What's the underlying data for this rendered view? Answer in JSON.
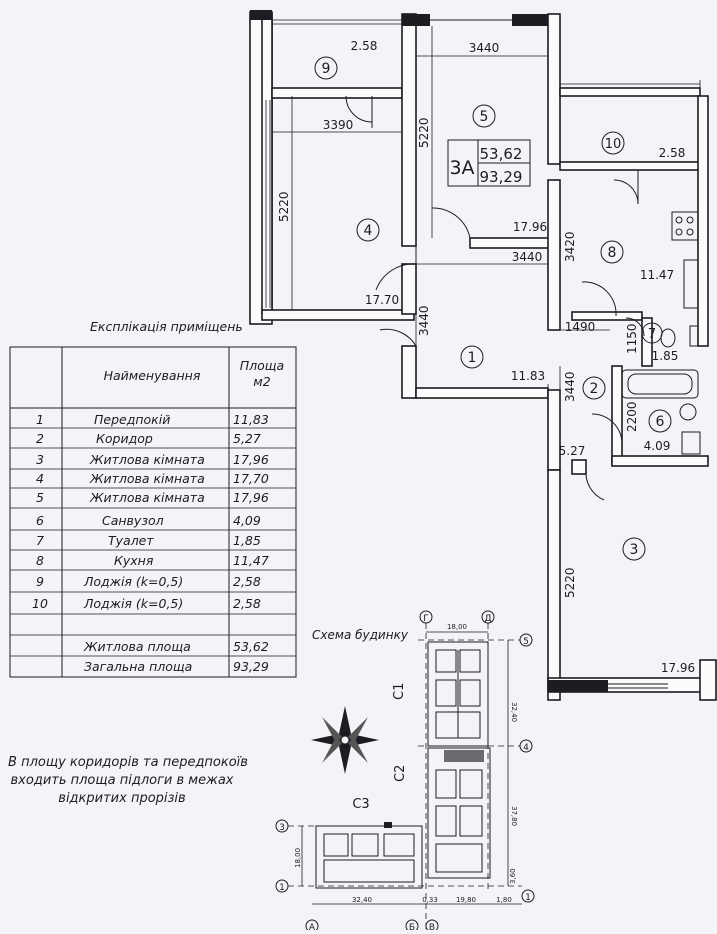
{
  "plan": {
    "apartment_type": "3А",
    "living_area": "53,62",
    "total_area": "93,29",
    "rooms": [
      {
        "num": "9",
        "area": "2.58"
      },
      {
        "num": "5"
      },
      {
        "num": "4"
      },
      {
        "num": "10",
        "area": "2.58"
      },
      {
        "num": "8",
        "area": "11.47"
      },
      {
        "num": "7",
        "area": "1.85"
      },
      {
        "num": "1",
        "area": "11.83"
      },
      {
        "num": "2",
        "area": "5.27"
      },
      {
        "num": "6",
        "area": "4.09"
      },
      {
        "num": "3",
        "area": "17.96"
      }
    ],
    "dimensions": {
      "d3440_top": "3440",
      "d3390": "3390",
      "d5220_room4": "5220",
      "d5220_room5": "5220",
      "a1796_room5": "17.96",
      "d3440_mid": "3440",
      "d3420": "3420",
      "a1770_room4": "17.70",
      "d3440_hall": "3440",
      "d1490": "1490",
      "d1150": "1150",
      "d3440_corr": "3440",
      "d2200": "2200",
      "d5220_room3": "5220"
    }
  },
  "explication": {
    "title": "Експлікація приміщень",
    "col_name": "Найменування",
    "col_area_1": "Площа",
    "col_area_2": "м2",
    "rows": [
      {
        "num": "1",
        "name": "Передпокій",
        "area": "11,83"
      },
      {
        "num": "2",
        "name": "Коридор",
        "area": "5,27"
      },
      {
        "num": "3",
        "name": "Житлова кімната",
        "area": "17,96"
      },
      {
        "num": "4",
        "name": "Житлова кімната",
        "area": "17,70"
      },
      {
        "num": "5",
        "name": "Житлова кімната",
        "area": "17,96"
      },
      {
        "num": "6",
        "name": "Санвузол",
        "area": "4,09"
      },
      {
        "num": "7",
        "name": "Туалет",
        "area": "1,85"
      },
      {
        "num": "8",
        "name": "Кухня",
        "area": "11,47"
      },
      {
        "num": "9",
        "name": "Лоджія (k=0,5)",
        "area": "2,58"
      },
      {
        "num": "10",
        "name": "Лоджія (k=0,5)",
        "area": "2,58"
      }
    ],
    "living_label": "Житлова площа",
    "living_value": "53,62",
    "total_label": "Загальна площа",
    "total_value": "93,29"
  },
  "note": {
    "line1": "В площу коридорів та передпокоїв",
    "line2": "входить площа підлоги в межах",
    "line3": "відкритих прорізів"
  },
  "scheme": {
    "title": "Схема будинку",
    "sections": [
      "С1",
      "С2",
      "С3"
    ],
    "axis_letters": [
      "Г",
      "Д",
      "А",
      "Б",
      "В"
    ],
    "axis_numbers": [
      "5",
      "4",
      "3",
      "1",
      "1"
    ],
    "dims": [
      "18,00",
      "32,40",
      "37,80",
      "18,00",
      "32,40",
      "0,33",
      "19,80",
      "1,80",
      "3,60"
    ]
  }
}
